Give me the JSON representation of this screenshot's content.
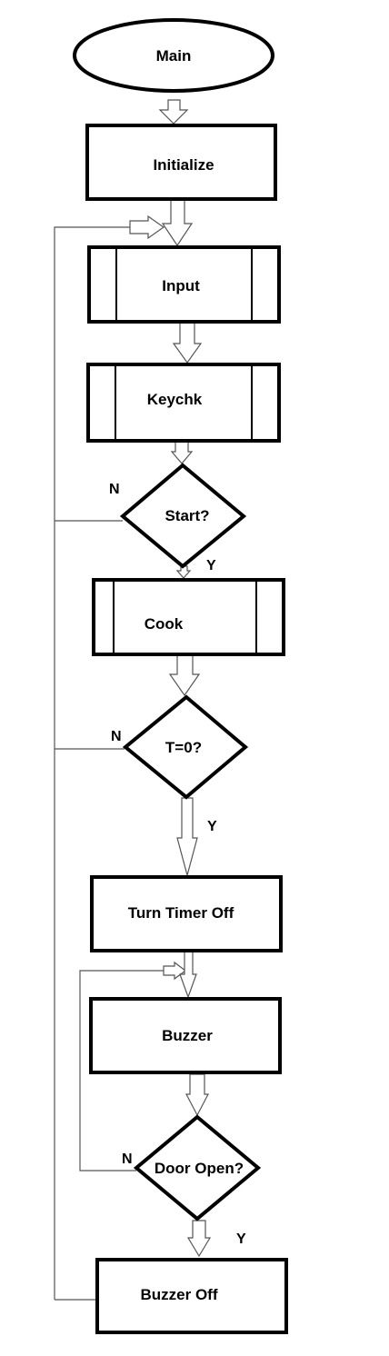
{
  "flowchart": {
    "nodes": {
      "main": "Main",
      "initialize": "Initialize",
      "input": "Input",
      "keychk": "Keychk",
      "start": "Start?",
      "cook": "Cook",
      "t0": "T=0?",
      "turn_timer_off": "Turn Timer Off",
      "buzzer": "Buzzer",
      "door_open": "Door Open?",
      "buzzer_off": "Buzzer Off"
    },
    "edge_labels": {
      "start_no": "N",
      "start_yes": "Y",
      "t0_no": "N",
      "t0_yes": "Y",
      "door_no": "N",
      "door_yes": "Y"
    }
  }
}
